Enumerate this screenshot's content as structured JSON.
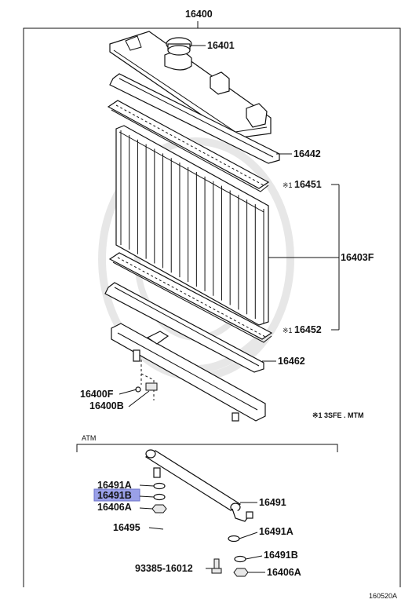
{
  "diagram": {
    "main_assembly": "16400",
    "parts": {
      "cap": "16401",
      "upper_gasket": "16442",
      "upper_core_plate": "16451",
      "core": "16403F",
      "lower_core_plate": "16452",
      "lower_gasket": "16462",
      "drain_cock": "16400F",
      "drain_plug": "16400B"
    },
    "note_marks": {
      "mark_upper": "※1",
      "mark_lower": "※1"
    },
    "footnote": "※1 3SFE . MTM",
    "section_label": "ATM",
    "atm_parts": {
      "gasket_a_top": "16491A",
      "gasket_b_highlighted": "16491B",
      "nut_a_top": "16406A",
      "oil_cooler_pipe": "16491",
      "hose": "16495",
      "gasket_a_right": "16491A",
      "gasket_b_right": "16491B",
      "bolt": "93385-16012",
      "nut_a_bottom": "16406A"
    },
    "figure_code": "160520A",
    "highlight_color": "#9aa0e8"
  }
}
